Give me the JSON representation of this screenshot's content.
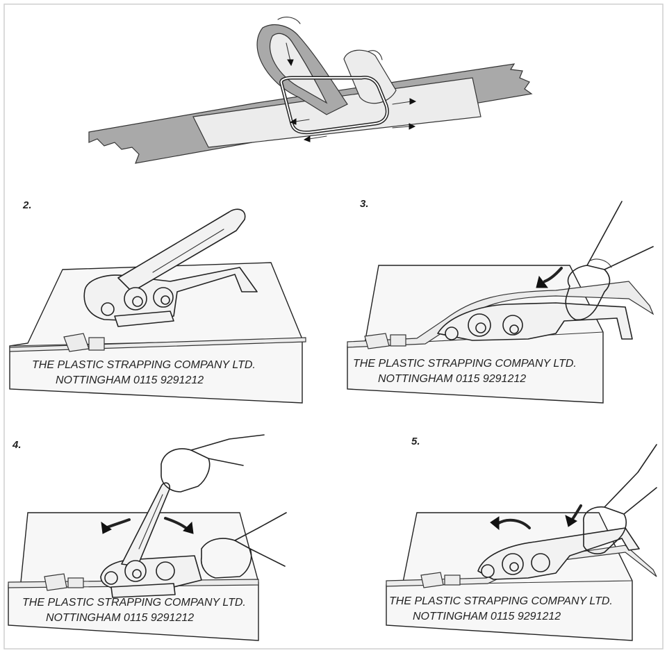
{
  "steps": [
    {
      "number": "2."
    },
    {
      "number": "3."
    },
    {
      "number": "4."
    },
    {
      "number": "5."
    }
  ],
  "box_label": {
    "line1": "THE PLASTIC STRAPPING COMPANY LTD.",
    "line2": "NOTTINGHAM 0115 9291212"
  },
  "colors": {
    "strap_dark": "#a9a9a9",
    "strap_light": "#ececec",
    "ink": "#222222",
    "frame": "#cfcfcf"
  }
}
